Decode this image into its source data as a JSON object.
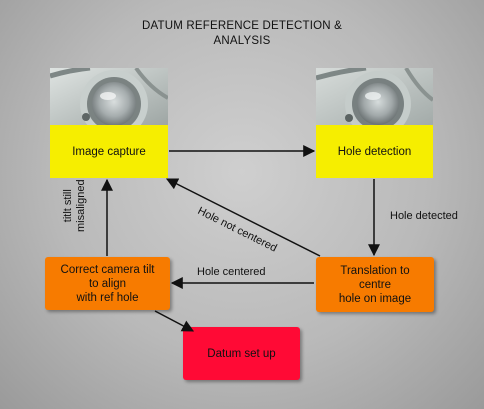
{
  "title": {
    "line1": "DATUM REFERENCE DETECTION &",
    "line2": "ANALYSIS"
  },
  "nodes": {
    "image_capture": "Image capture",
    "hole_detection": "Hole detection",
    "translation_line1": "Translation to",
    "translation_line2": "centre",
    "translation_line3": "hole on image",
    "correct_line1": "Correct camera tilt",
    "correct_line2": "to align",
    "correct_line3": "with ref hole",
    "datum": "Datum set up"
  },
  "edges": {
    "hole_detected": "Hole detected",
    "hole_centered": "Hole centered",
    "hole_not_centered": "Hole not centered",
    "tilt_line1": "titlt still",
    "tilt_line2": "misaligned"
  },
  "colors": {
    "yellow": "#f6ee00",
    "orange": "#f77b00",
    "red": "#ff0a35",
    "background": "#bdbdbd"
  },
  "icons": [
    "camera-photo",
    "arrow"
  ]
}
